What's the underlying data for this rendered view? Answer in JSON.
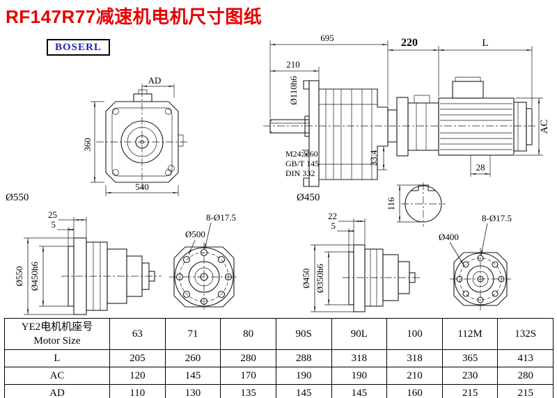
{
  "title": "RF147R77减速机电机尺寸图纸",
  "logo": "BOSERL",
  "dims": {
    "ad": "AD",
    "d360": "360",
    "d540": "540",
    "d550_label": "Ø550",
    "d695": "695",
    "d210": "210",
    "d110": "Ø110h6",
    "m24": "M24深60",
    "gbt": "GB/T 145",
    "din": "DIN 332",
    "d334": "33.4",
    "d450_label": "Ø450",
    "d220": "220",
    "L": "L",
    "ac": "AC",
    "d28": "28",
    "d116": "116",
    "d25": "25",
    "d5a": "5",
    "d550v": "Ø550",
    "d450h6": "Ø450h6",
    "holes1": "8-Ø17.5",
    "d500": "Ø500",
    "d22": "22",
    "d5b": "5",
    "d450v": "Ø450",
    "d350h6": "Ø350h6",
    "holes2": "8-Ø17.5",
    "d400": "Ø400"
  },
  "table": {
    "header_line1": "YE2电机机座号",
    "header_line2": "Motor Size",
    "sizes": [
      "63",
      "71",
      "80",
      "90S",
      "90L",
      "100",
      "112M",
      "132S"
    ],
    "rows": [
      {
        "label": "L",
        "values": [
          "205",
          "260",
          "280",
          "288",
          "318",
          "318",
          "365",
          "413"
        ]
      },
      {
        "label": "AC",
        "values": [
          "120",
          "145",
          "170",
          "190",
          "190",
          "210",
          "230",
          "280"
        ]
      },
      {
        "label": "AD",
        "values": [
          "110",
          "130",
          "135",
          "145",
          "145",
          "160",
          "215",
          "215"
        ]
      }
    ]
  }
}
